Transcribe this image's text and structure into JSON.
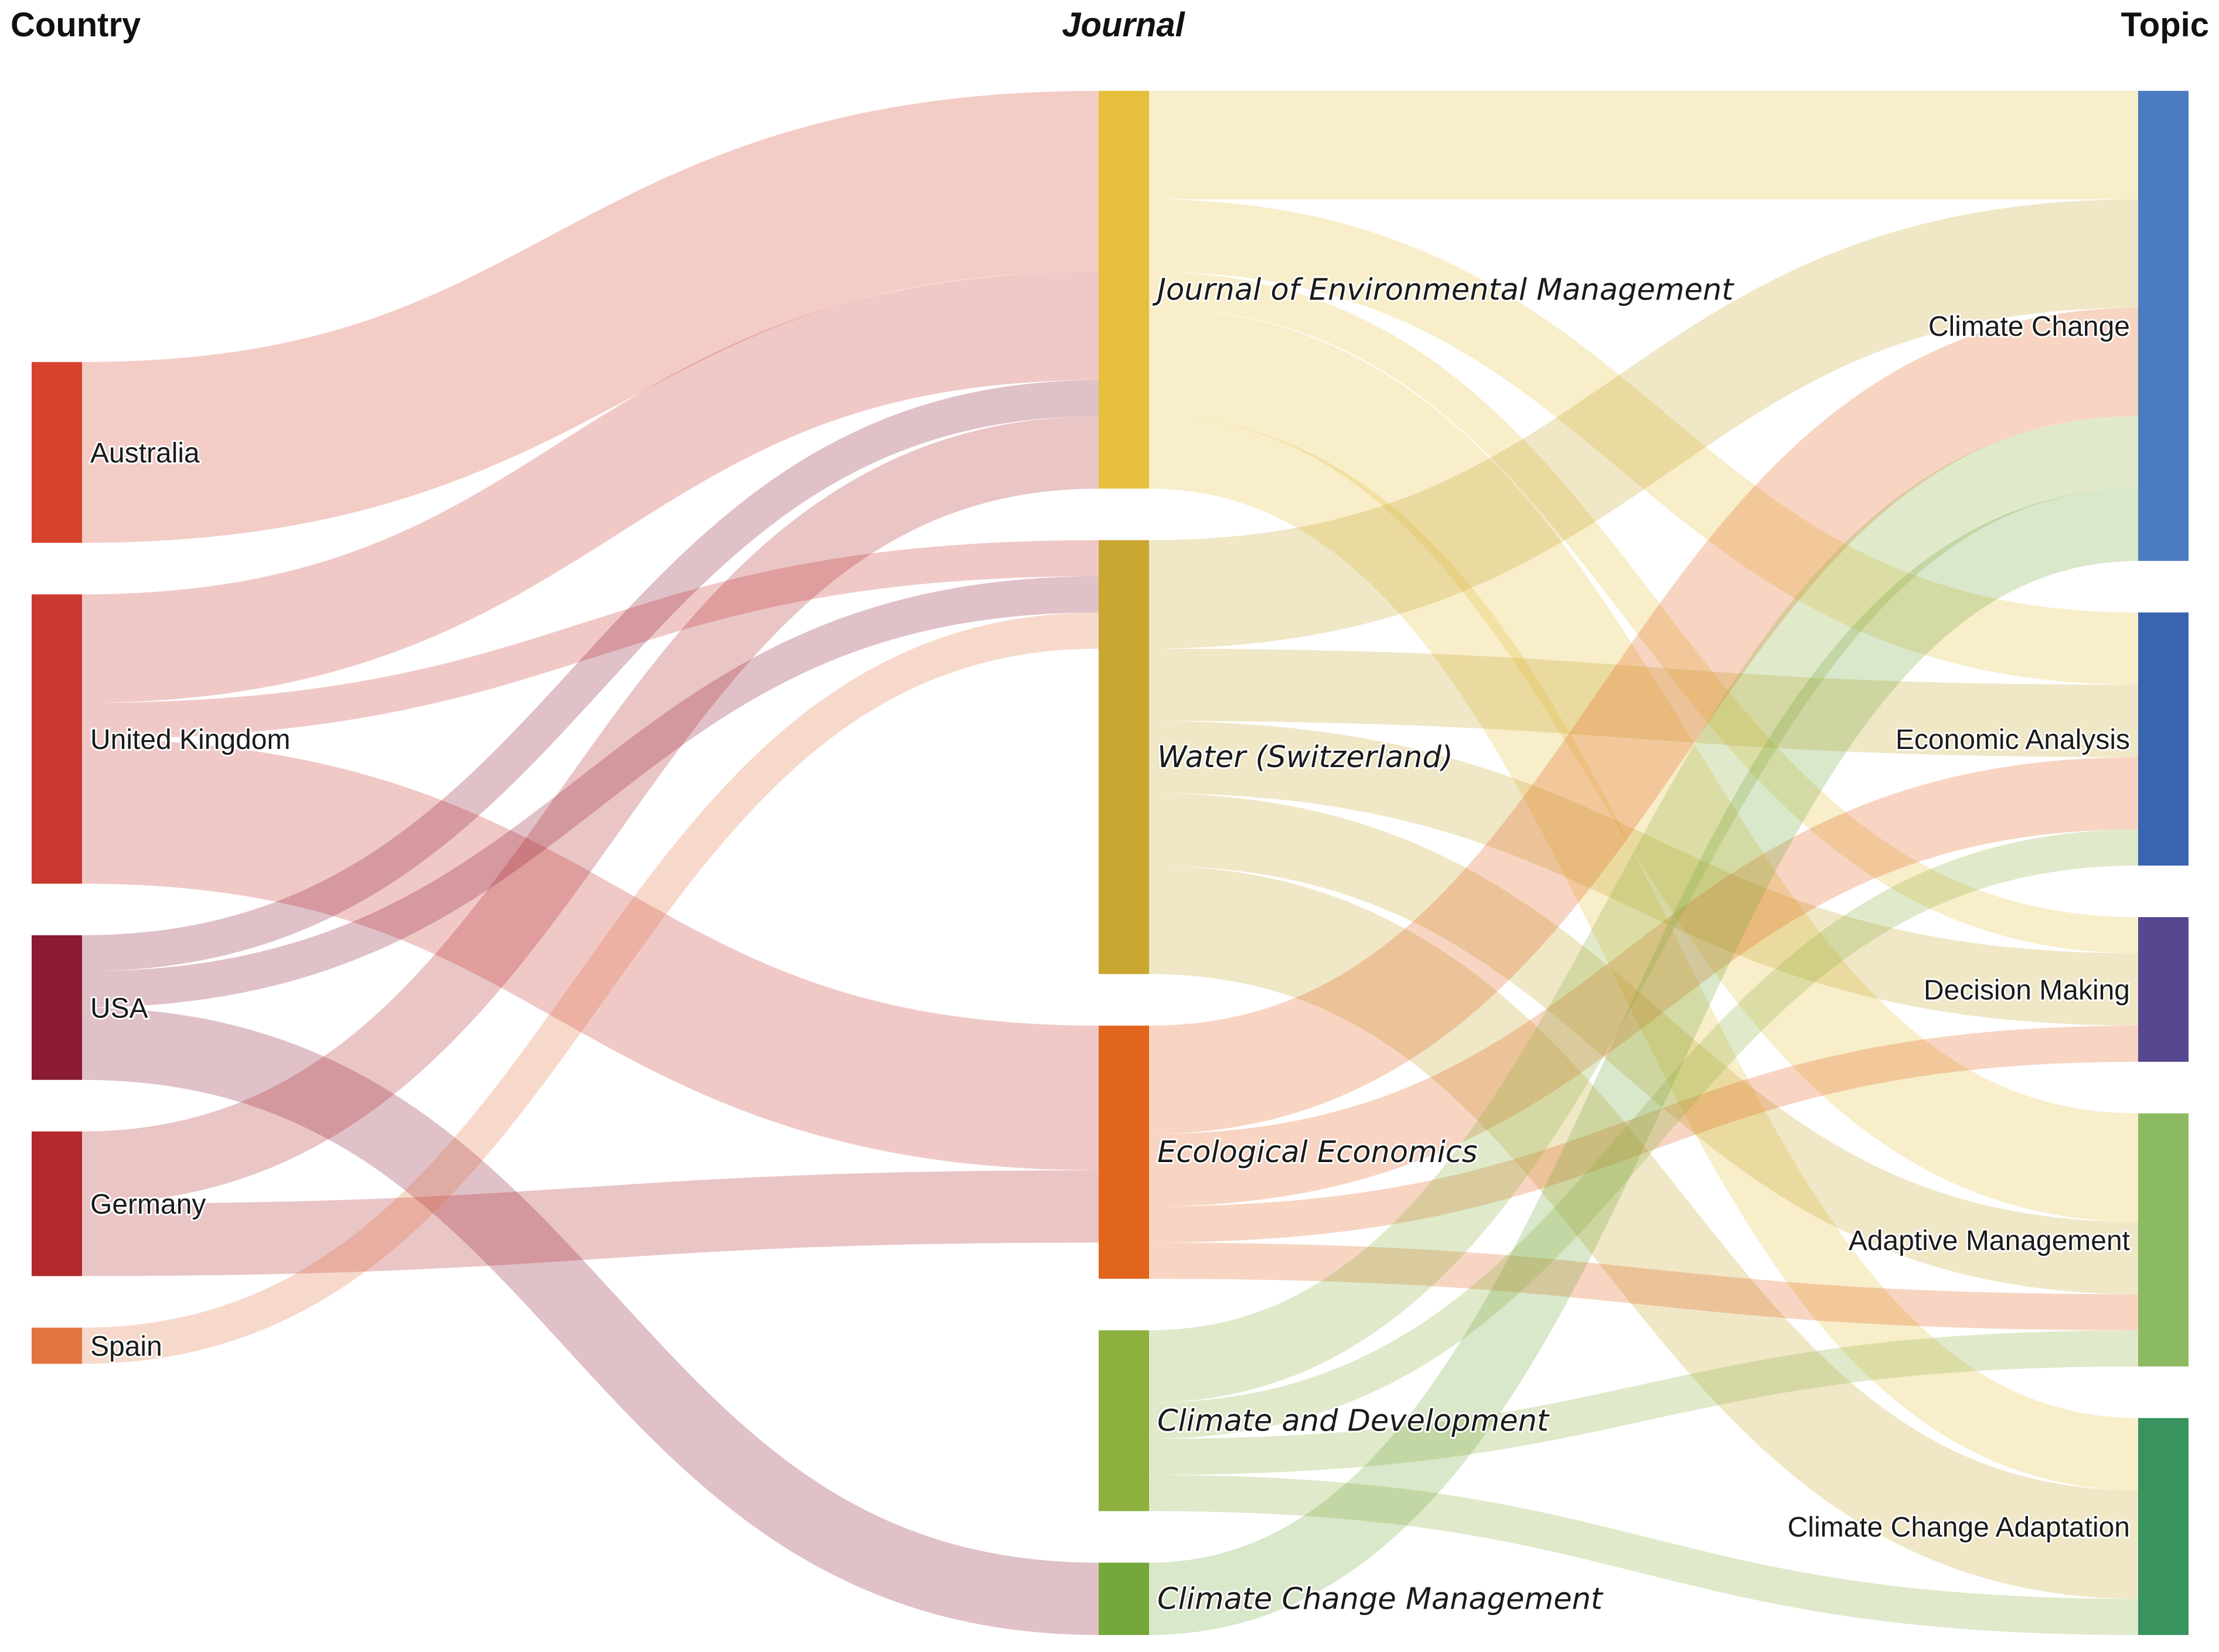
{
  "headers": {
    "country": "Country",
    "journal": "Journal",
    "topic": "Topic"
  },
  "countries": [
    {
      "id": "australia",
      "label": "Australia",
      "color": "#d6422b"
    },
    {
      "id": "uk",
      "label": "United Kingdom",
      "color": "#c9392f"
    },
    {
      "id": "usa",
      "label": "USA",
      "color": "#8b1a33"
    },
    {
      "id": "germany",
      "label": "Germany",
      "color": "#b3282c"
    },
    {
      "id": "spain",
      "label": "Spain",
      "color": "#e2743f"
    }
  ],
  "journals": [
    {
      "id": "jem",
      "label": "Journal of Environmental Management",
      "color": "#e6bf3c"
    },
    {
      "id": "water",
      "label": "Water (Switzerland)",
      "color": "#c9a630"
    },
    {
      "id": "ecoecon",
      "label": "Ecological Economics",
      "color": "#e0651d"
    },
    {
      "id": "climdev",
      "label": "Climate and Development",
      "color": "#8cb13f"
    },
    {
      "id": "ccm",
      "label": "Climate Change Management",
      "color": "#74a83a"
    }
  ],
  "topics": [
    {
      "id": "cc",
      "label": "Climate Change",
      "color": "#4a7cbf"
    },
    {
      "id": "ea",
      "label": "Economic Analysis",
      "color": "#3865ad"
    },
    {
      "id": "dm",
      "label": "Decision Making",
      "color": "#574690"
    },
    {
      "id": "am",
      "label": "Adaptive Management",
      "color": "#8cba62"
    },
    {
      "id": "cca",
      "label": "Climate Change Adaptation",
      "color": "#38935f"
    }
  ],
  "links_country_journal": [
    {
      "source": "australia",
      "target": "jem",
      "value": 5
    },
    {
      "source": "uk",
      "target": "jem",
      "value": 3
    },
    {
      "source": "uk",
      "target": "water",
      "value": 1
    },
    {
      "source": "uk",
      "target": "ecoecon",
      "value": 4
    },
    {
      "source": "usa",
      "target": "jem",
      "value": 1
    },
    {
      "source": "usa",
      "target": "water",
      "value": 1
    },
    {
      "source": "usa",
      "target": "ccm",
      "value": 2
    },
    {
      "source": "germany",
      "target": "jem",
      "value": 2
    },
    {
      "source": "germany",
      "target": "ecoecon",
      "value": 2
    },
    {
      "source": "spain",
      "target": "water",
      "value": 1
    }
  ],
  "links_journal_topic": [
    {
      "source": "jem",
      "target": "cc",
      "value": 3
    },
    {
      "source": "jem",
      "target": "ea",
      "value": 2
    },
    {
      "source": "jem",
      "target": "dm",
      "value": 1
    },
    {
      "source": "jem",
      "target": "am",
      "value": 3
    },
    {
      "source": "jem",
      "target": "cca",
      "value": 2
    },
    {
      "source": "water",
      "target": "cc",
      "value": 3
    },
    {
      "source": "water",
      "target": "ea",
      "value": 2
    },
    {
      "source": "water",
      "target": "dm",
      "value": 2
    },
    {
      "source": "water",
      "target": "am",
      "value": 2
    },
    {
      "source": "water",
      "target": "cca",
      "value": 3
    },
    {
      "source": "ecoecon",
      "target": "cc",
      "value": 3
    },
    {
      "source": "ecoecon",
      "target": "ea",
      "value": 2
    },
    {
      "source": "ecoecon",
      "target": "dm",
      "value": 1
    },
    {
      "source": "ecoecon",
      "target": "am",
      "value": 1
    },
    {
      "source": "climdev",
      "target": "cc",
      "value": 2
    },
    {
      "source": "climdev",
      "target": "ea",
      "value": 1
    },
    {
      "source": "climdev",
      "target": "am",
      "value": 1
    },
    {
      "source": "climdev",
      "target": "cca",
      "value": 1
    },
    {
      "source": "ccm",
      "target": "cc",
      "value": 2
    }
  ]
}
